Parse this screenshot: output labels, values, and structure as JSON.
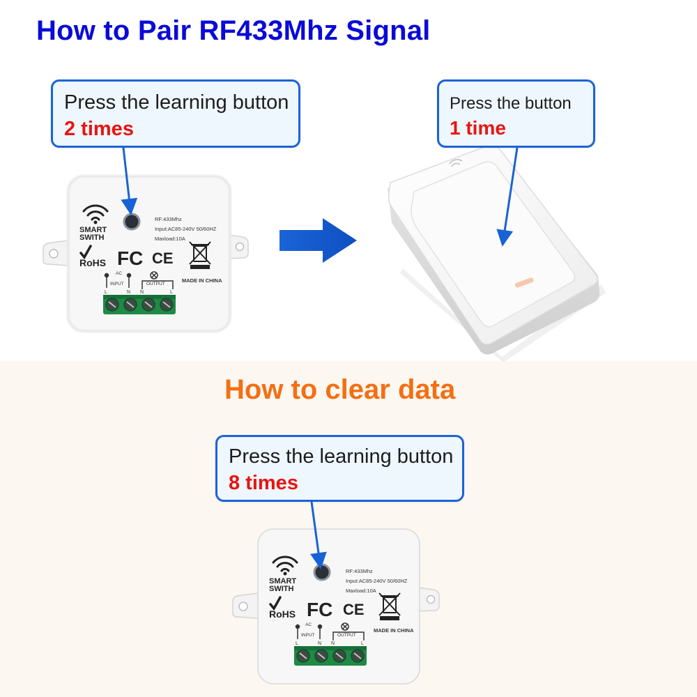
{
  "pair_section": {
    "title": "How to Pair RF433Mhz Signal",
    "step1": {
      "line1": "Press the learning button",
      "line2": "2 times"
    },
    "step2": {
      "line1": "Press the button",
      "line2": "1 time"
    }
  },
  "clear_section": {
    "title": "How to clear data",
    "step1": {
      "line1": "Press the learning button",
      "line2": "8 times"
    }
  },
  "device_label": {
    "brand_line1": "SMART",
    "brand_line2": "SWITH",
    "rf": "RF:433Mhz",
    "input": "Input:AC85-240V 50/60HZ",
    "maxload": "Maxload:10A",
    "fc": "FC",
    "ce": "CE",
    "rohs": "RoHS",
    "ac": "AC",
    "input_label": "INPUT",
    "output_label": "OUTPUT",
    "terminal_l": "L",
    "terminal_n": "N",
    "made_in": "MADE IN CHINA"
  },
  "colors": {
    "pair_title": "#0a0ad8",
    "clear_title": "#f36f12",
    "callout_border": "#1a63d8",
    "highlight_red": "#e8140f",
    "arrow_blue": "#1763d6",
    "terminal_green": "#1f8a45"
  },
  "icons": [
    "wifi-icon",
    "rohs-check-icon",
    "weee-bin-icon",
    "lamp-symbol-icon",
    "right-arrow-icon"
  ]
}
